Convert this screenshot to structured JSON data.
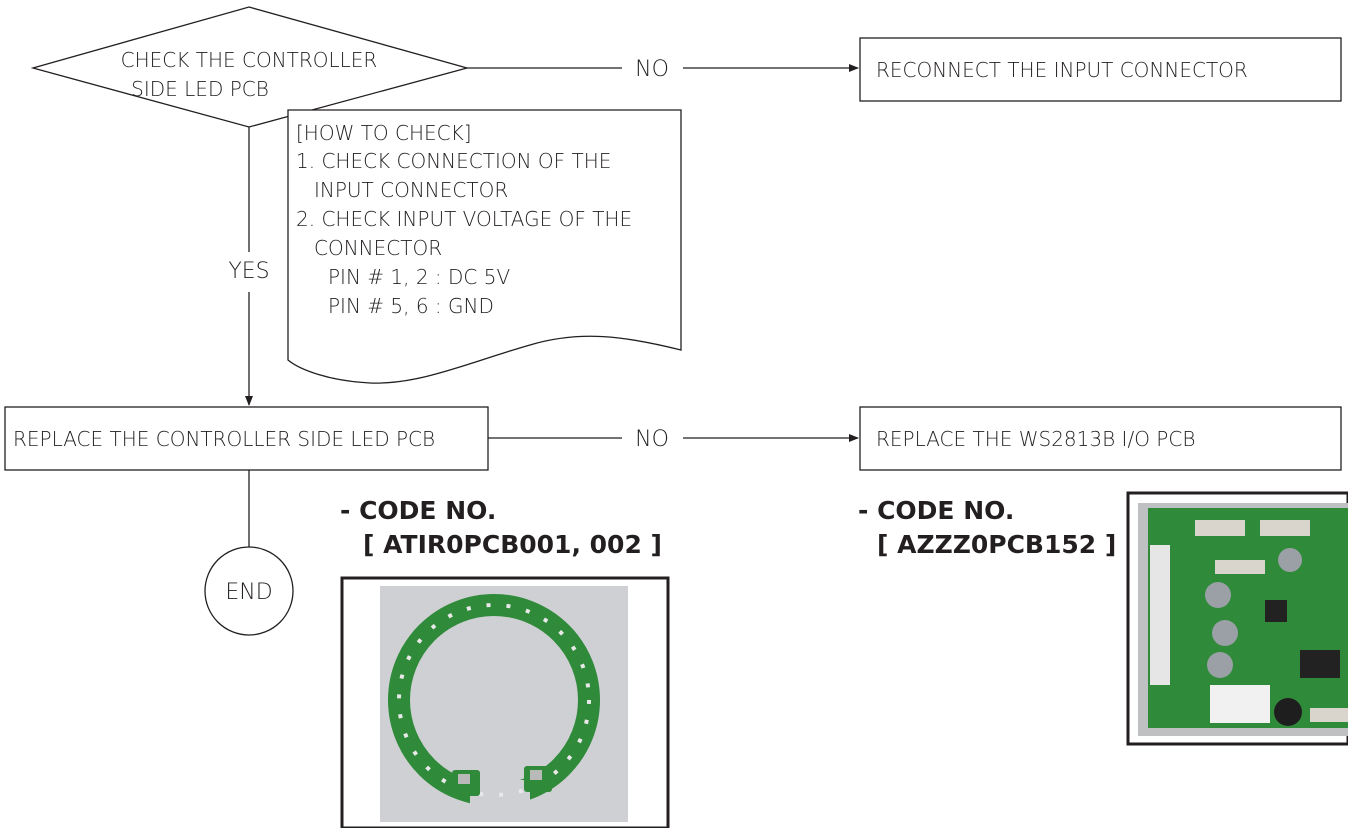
{
  "decision": {
    "line1": "CHECK THE CONTROLLER",
    "line2": "SIDE LED PCB"
  },
  "no_label_1": "NO",
  "no_label_2": "NO",
  "yes_label": "YES",
  "reconnect_box": "RECONNECT THE INPUT CONNECTOR",
  "how_to_check": {
    "title": "[HOW TO CHECK]",
    "step1_line1": "1. CHECK CONNECTION OF THE",
    "step1_line2": "INPUT CONNECTOR",
    "step2_line1": "2. CHECK INPUT VOLTAGE OF THE",
    "step2_line2": "CONNECTOR",
    "pin_a": "PIN # 1, 2 : DC 5V",
    "pin_b": "PIN # 5, 6 : GND"
  },
  "replace_led_box": "REPLACE THE CONTROLLER SIDE LED PCB",
  "replace_io_box": "REPLACE THE WS2813B I/O PCB",
  "end_label": "END",
  "led_code": {
    "label": "- CODE NO.",
    "value": "[ ATIR0PCB001, 002 ]"
  },
  "io_code": {
    "label": "- CODE NO.",
    "value": "[ AZZZ0PCB152 ]"
  },
  "colors": {
    "pcb_green": "#2f8a3a",
    "stroke": "#231f20"
  }
}
